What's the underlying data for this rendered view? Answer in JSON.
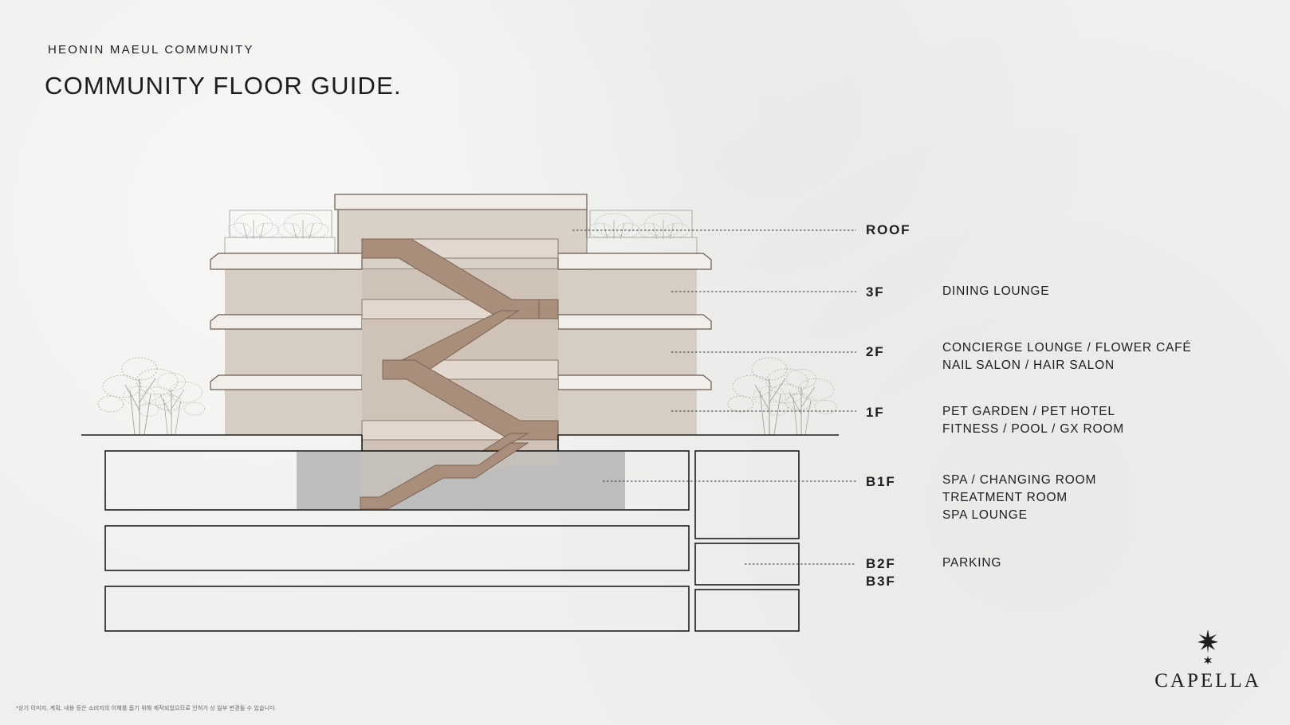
{
  "header": {
    "subtitle": "HEONIN MAEUL COMMUNITY",
    "title": "COMMUNITY FLOOR GUIDE."
  },
  "floors": [
    {
      "id": "roof",
      "label": "ROOF",
      "lines": []
    },
    {
      "id": "3f",
      "label": "3F",
      "lines": [
        "DINING LOUNGE"
      ]
    },
    {
      "id": "2f",
      "label": "2F",
      "lines": [
        "CONCIERGE LOUNGE / FLOWER CAFÉ",
        "NAIL SALON / HAIR SALON"
      ]
    },
    {
      "id": "1f",
      "label": "1F",
      "lines": [
        "PET GARDEN / PET HOTEL",
        "FITNESS / POOL / GX ROOM"
      ]
    },
    {
      "id": "b1f",
      "label": "B1F",
      "lines": [
        "SPA / CHANGING ROOM",
        "TREATMENT ROOM",
        "SPA LOUNGE"
      ]
    },
    {
      "id": "b2f",
      "label": "B2F",
      "lines": [
        "PARKING"
      ]
    },
    {
      "id": "b3f",
      "label": "B3F",
      "lines": []
    }
  ],
  "footnote": "*상기 이미지, 계획, 내용 등은 소비자의 이해를 돕기 위해 제작되었으므로 인허가 상 일부 변경될 수 있습니다.",
  "logo": {
    "text": "CAPELLA",
    "icon": "star-icon"
  },
  "colors": {
    "background": "#efefed",
    "building": "#d6cdc5",
    "stair": "#a88e7b",
    "basement_fill": "#bdbdbd",
    "outline": "#6b5a4e",
    "text": "#1d1d1d"
  }
}
